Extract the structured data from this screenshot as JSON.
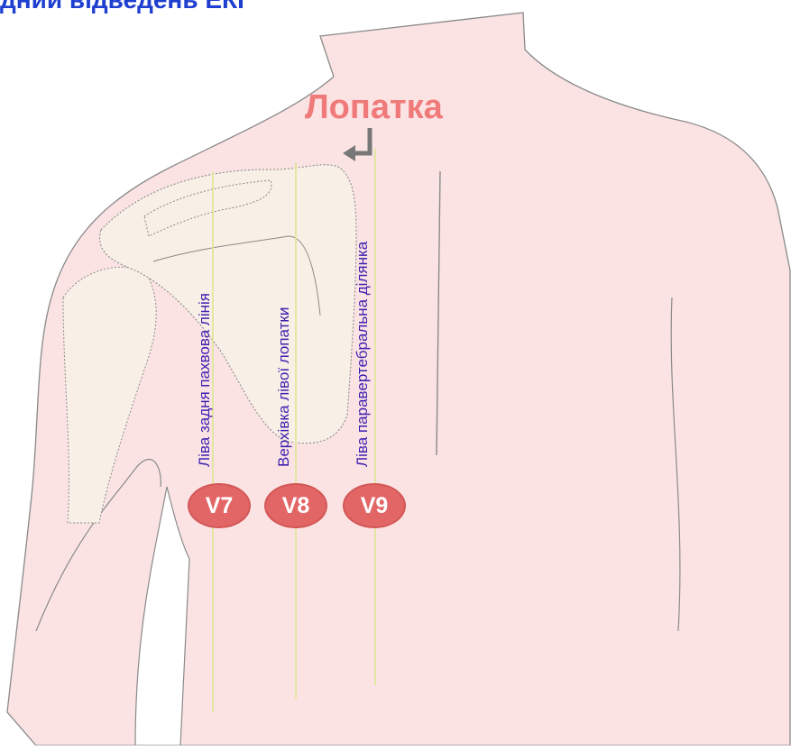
{
  "title": "дний відведень ЕКГ",
  "scapula_label": "Лопатка",
  "lines": [
    {
      "label": "Ліва задня пахвова лінія",
      "electrode": "V7"
    },
    {
      "label": "Верхівка лівої лопатки",
      "electrode": "V8"
    },
    {
      "label": "Ліва паравертебральна ділянка",
      "electrode": "V9"
    }
  ],
  "colors": {
    "skin": "#fbe3e3",
    "outline": "#8a8a8a",
    "scapula": "#f8efe6",
    "guide_line": "#dfe79a",
    "electrode": "#e36666",
    "label_text": "#3b1fb0",
    "scapula_label": "#f07a7a",
    "title": "#1f3fd0"
  },
  "icons": [
    "arrow-down-left-icon"
  ]
}
